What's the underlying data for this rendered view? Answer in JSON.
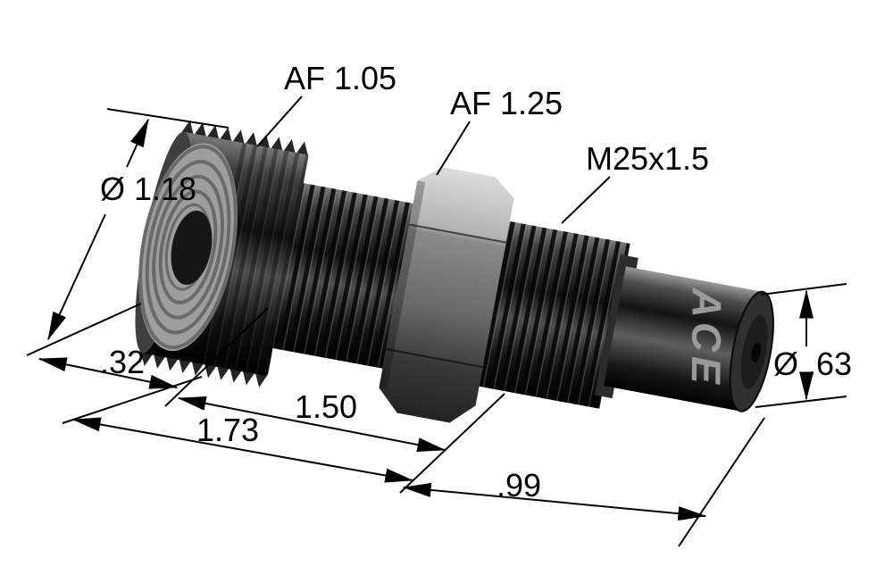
{
  "figure": {
    "kind": "technical dimension drawing of threaded shock absorber",
    "brand_marking": "ACE",
    "callouts": {
      "af_small": "AF 1.05",
      "af_large": "AF 1.25",
      "thread_spec": "M25x1.5"
    },
    "dimensions": {
      "locknut_outer_dia": "Ø 1.18",
      "locknut_width": ".32",
      "thread_length": "1.50",
      "front_length": "1.73",
      "rear_length": ".99",
      "rear_dia": "Ø .63"
    },
    "colors": {
      "background": "#ffffff",
      "line": "#000000",
      "metal_dark": "#1c1c1c",
      "metal_mid": "#6e6e6e",
      "metal_light": "#c9c9c9",
      "cut_face": "#9e9e9e",
      "brand_text": "#9a9a9a"
    }
  }
}
